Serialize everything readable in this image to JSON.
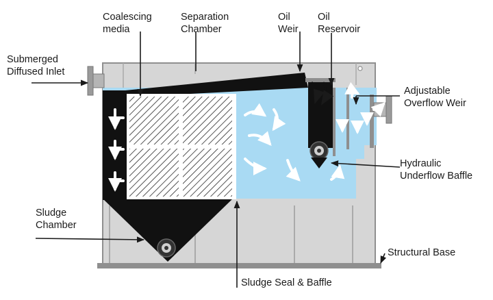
{
  "labels": {
    "coalescing_media": [
      "Coalescing",
      "media"
    ],
    "separation_chamber": [
      "Separation",
      "Chamber"
    ],
    "oil_weir": [
      "Oil",
      "Weir"
    ],
    "oil_reservoir": [
      "Oil",
      "Reservoir"
    ],
    "submerged_diffused_inlet": [
      "Submerged",
      "Diffused Inlet"
    ],
    "adjustable_overflow_weir": [
      "Adjustable",
      "Overflow Weir"
    ],
    "hydraulic_underflow_baffle": [
      "Hydraulic",
      "Underflow Baffle"
    ],
    "sludge_chamber": [
      "Sludge",
      "Chamber"
    ],
    "structural_base": "Structural Base",
    "sludge_seal_baffle": "Sludge Seal & Baffle"
  },
  "colors": {
    "water": "#a9daf3",
    "tank_wall": "#9a9a9a",
    "tank_fill": "#d6d6d6",
    "oil_layer": "#111111",
    "leader_line": "#1a1a1a",
    "media_hatch": "#2a2a2a",
    "flow_arrow": "#ffffff"
  }
}
